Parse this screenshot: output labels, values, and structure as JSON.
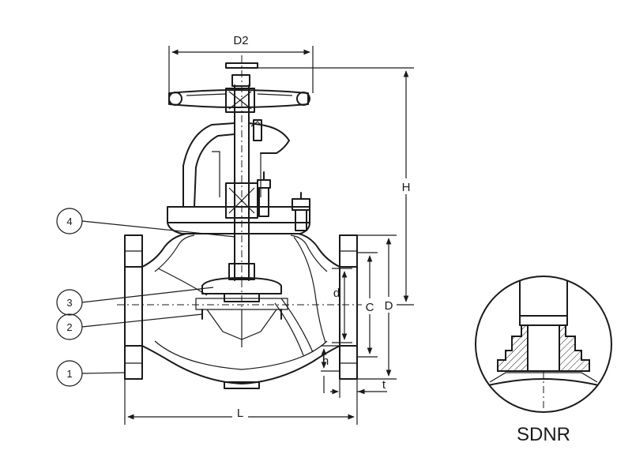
{
  "dimensions": {
    "d2": "D2",
    "h_total": "H",
    "c": "C",
    "d_outer": "D",
    "d_small": "d",
    "h_small": "h",
    "t": "t",
    "l": "L"
  },
  "parts": [
    "1",
    "2",
    "3",
    "4"
  ],
  "detail_caption": "SDNR"
}
